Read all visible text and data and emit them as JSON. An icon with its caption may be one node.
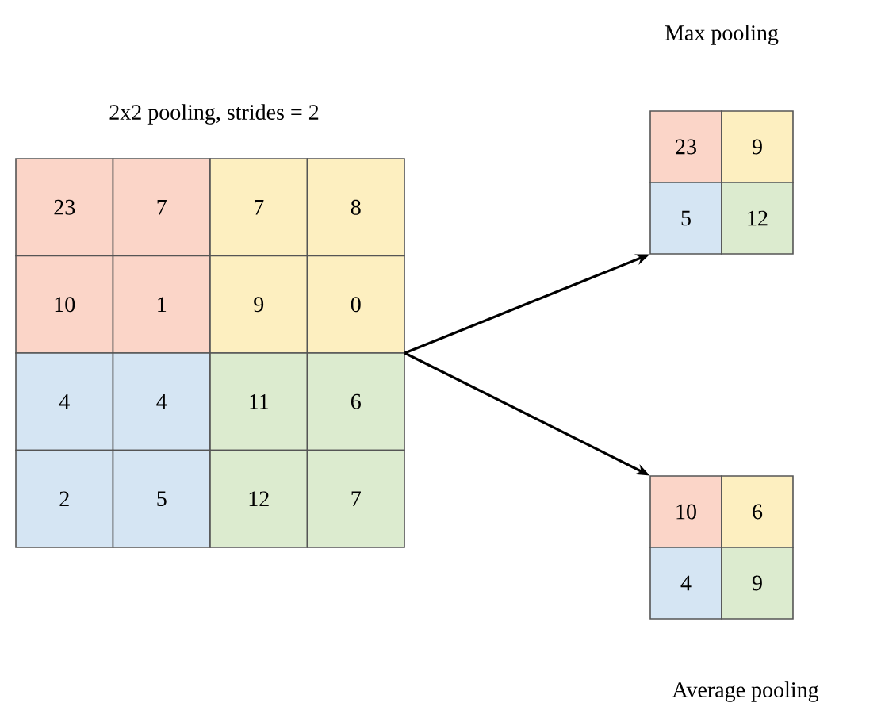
{
  "diagram": {
    "nodes": [
      {
        "text": [
          "2x2 pooling, strides = 2",
          "23",
          "7",
          "7",
          "8",
          "10",
          "1",
          "9",
          "0",
          "4",
          "4",
          "11",
          "6",
          "2",
          "5",
          "12",
          "7"
        ]
      },
      {
        "text": [
          "Max pooling",
          "23",
          "9",
          "5",
          "12"
        ]
      },
      {
        "text": [
          "10",
          "6",
          "4",
          "9",
          "Average pooling"
        ]
      }
    ],
    "edges": [
      {
        "from": 0,
        "to": 1,
        "arrow": "to"
      },
      {
        "from": 0,
        "to": 2,
        "arrow": "to"
      }
    ]
  }
}
